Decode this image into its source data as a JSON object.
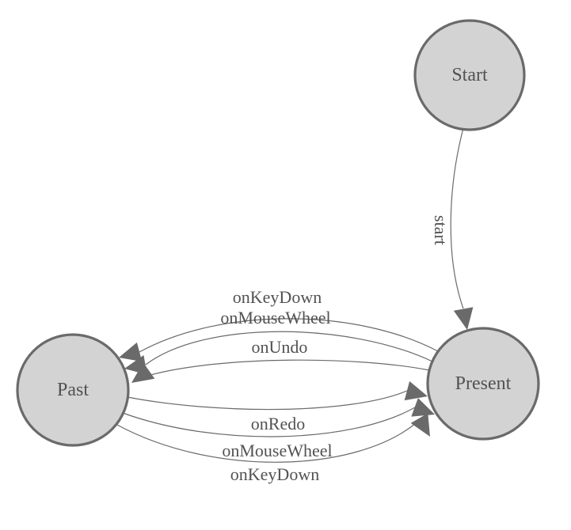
{
  "diagram": {
    "type": "state-machine",
    "nodes": [
      {
        "id": "start",
        "label": "Start"
      },
      {
        "id": "past",
        "label": "Past"
      },
      {
        "id": "present",
        "label": "Present"
      }
    ],
    "edges": [
      {
        "from": "Start",
        "to": "Present",
        "label": "start"
      },
      {
        "from": "Present",
        "to": "Past",
        "label": "onKeyDown"
      },
      {
        "from": "Present",
        "to": "Past",
        "label": "onMouseWheel"
      },
      {
        "from": "Present",
        "to": "Past",
        "label": "onUndo"
      },
      {
        "from": "Past",
        "to": "Present",
        "label": "onRedo"
      },
      {
        "from": "Past",
        "to": "Present",
        "label": "onMouseWheel"
      },
      {
        "from": "Past",
        "to": "Present",
        "label": "onKeyDown"
      }
    ],
    "colors": {
      "background": "#ffffff",
      "node_fill": "#d3d3d3",
      "node_stroke": "#6a6a6a",
      "edge_stroke": "#6a6a6a",
      "arrow_fill": "#6a6a6a",
      "text": "#525252"
    }
  }
}
